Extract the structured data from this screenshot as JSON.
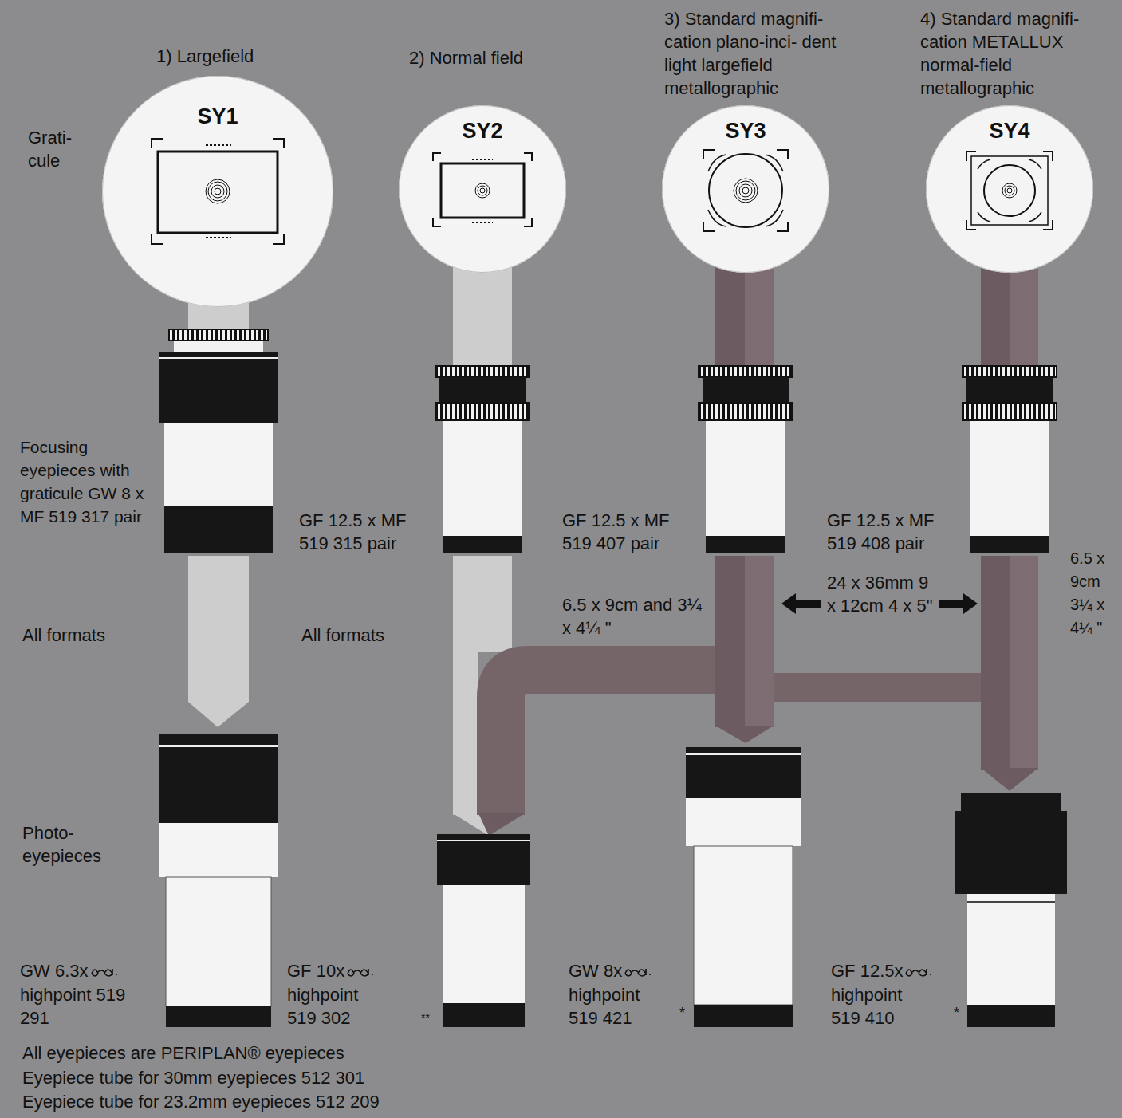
{
  "diagram": {
    "nodes": [
      {
        "text": [
          "1) Largefield",
          "SY1"
        ]
      },
      {
        "text": [
          "2) Normal field",
          "SY2"
        ]
      },
      {
        "text": [
          "3) Standard magnifi- cation plano-inci- dent light largefield metallographic",
          "SY3"
        ]
      },
      {
        "text": [
          "4) Standard magnifi- cation METALLUX normal-field metallographic",
          "SY4"
        ]
      }
    ],
    "labels": [
      "Grati- cule",
      "Focusing eyepieces with graticule GW 8 x MF 519 317 pair",
      "GF 12.5 x MF 519 315 pair",
      "GF 12.5 x MF 519 407 pair",
      "GF 12.5 x MF 519 408 pair",
      "All formats",
      "All formats",
      "6.5 x 9cm and 3¼ x 4¼ \"",
      "24 x 36mm 9 x 12cm 4 x 5\"",
      "6.5 x 9cm 3¼ x 4¼ \"",
      "Photo- eyepieces",
      "GW 6.3x",
      "highpoint 519 291",
      "GF 10x",
      "highpoint 519 302",
      "GW 8x",
      "highpoint 519 421",
      "GF 12.5x",
      "highpoint 519 410",
      "*",
      "*",
      "**",
      "All eyepieces are PERIPLAN® eyepieces",
      "Eyepiece tube for 30mm eyepieces 512 301",
      "Eyepiece tube for 23.2mm eyepieces 512 209"
    ]
  }
}
